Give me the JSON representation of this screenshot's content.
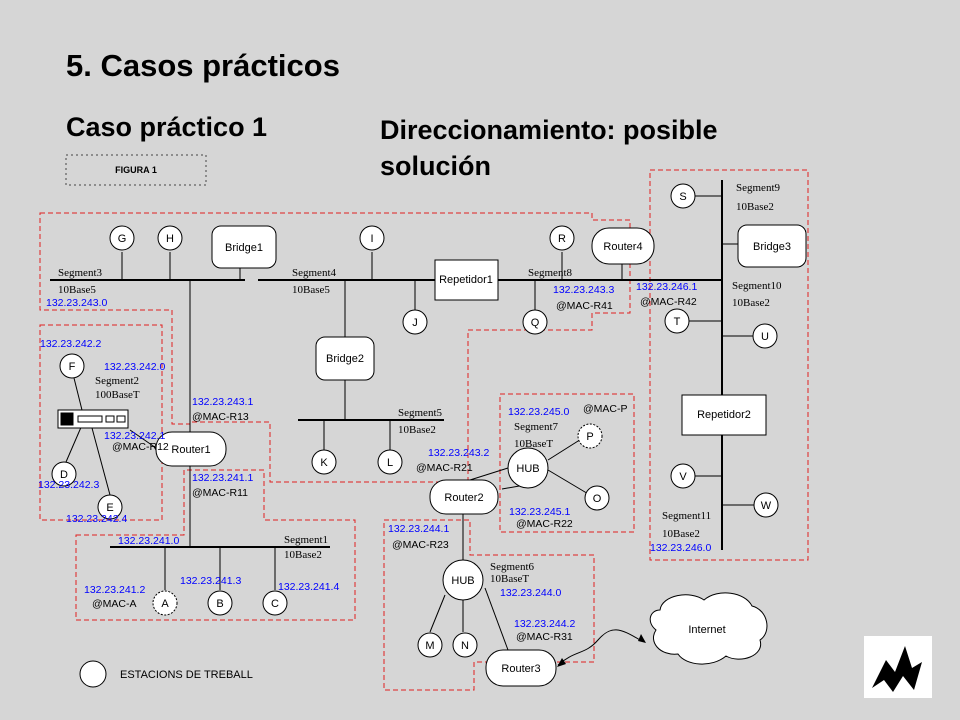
{
  "title": "5. Casos prácticos",
  "subtitle_left": "Caso práctico 1",
  "subtitle_right_line1": "Direccionamiento: posible",
  "subtitle_right_line2": "solución",
  "figure_label": "FIGURA 1",
  "legend_text": "ESTACIONS DE TREBALL",
  "devices": {
    "bridge1": "Bridge1",
    "bridge2": "Bridge2",
    "bridge3": "Bridge3",
    "router1": "Router1",
    "router2": "Router2",
    "router3": "Router3",
    "router4": "Router4",
    "repetidor1": "Repetidor1",
    "repetidor2": "Repetidor2",
    "hub1": "HUB",
    "hub2": "HUB",
    "internet": "Internet"
  },
  "segments": {
    "seg3": [
      "Segment3",
      "10Base5"
    ],
    "seg4": [
      "Segment4",
      "10Base5"
    ],
    "seg8": [
      "Segment8"
    ],
    "seg2": [
      "Segment2",
      "100BaseT"
    ],
    "seg5": [
      "Segment5",
      "10Base2"
    ],
    "seg7": [
      "Segment7",
      "10BaseT"
    ],
    "seg1": [
      "Segment1",
      "10Base2"
    ],
    "seg6": [
      "Segment6",
      "10BaseT"
    ],
    "seg9": [
      "Segment9",
      "10Base2"
    ],
    "seg10": [
      "Segment10",
      "10Base2"
    ],
    "seg11": [
      "Segment11",
      "10Base2"
    ]
  },
  "nodes": [
    "G",
    "H",
    "I",
    "R",
    "J",
    "Q",
    "F",
    "D",
    "E",
    "K",
    "L",
    "P",
    "O",
    "A",
    "B",
    "C",
    "M",
    "N",
    "S",
    "T",
    "U",
    "V",
    "W"
  ],
  "addresses": {
    "net243": "132.23.243.0",
    "net242_2": "132.23.242.2",
    "net242_0": "132.23.242.0",
    "r1_243": "132.23.243.1",
    "r1_242": "132.23.242.1",
    "net242_3": "132.23.242.3",
    "net242_4": "132.23.242.4",
    "r1_241": "132.23.241.1",
    "net241_0": "132.23.241.0",
    "net241_2": "132.23.241.2",
    "net241_3": "132.23.241.3",
    "net241_4": "132.23.241.4",
    "r4_243": "132.23.243.3",
    "r4_246": "132.23.246.1",
    "r2_243": "132.23.243.2",
    "net245_0": "132.23.245.0",
    "r2_245": "132.23.245.1",
    "r2_244": "132.23.244.1",
    "net244_0": "132.23.244.0",
    "r3_244": "132.23.244.2",
    "net246_0": "132.23.246.0"
  },
  "macs": {
    "r13": "@MAC-R13",
    "r12": "@MAC-R12",
    "r11": "@MAC-R11",
    "a": "@MAC-A",
    "r41": "@MAC-R41",
    "r42": "@MAC-R42",
    "r21": "@MAC-R21",
    "p": "@MAC-P",
    "r22": "@MAC-R22",
    "r23": "@MAC-R23",
    "r31": "@MAC-R31"
  }
}
